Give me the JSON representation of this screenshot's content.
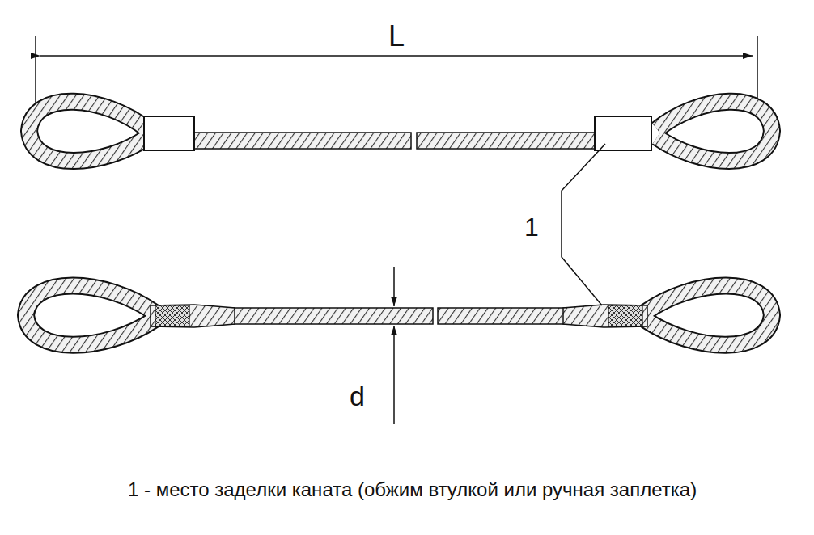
{
  "diagram": {
    "caption": "1 - место заделки каната (обжим втулкой или ручная заплетка)",
    "labels": [
      "L",
      "1",
      "d"
    ]
  }
}
